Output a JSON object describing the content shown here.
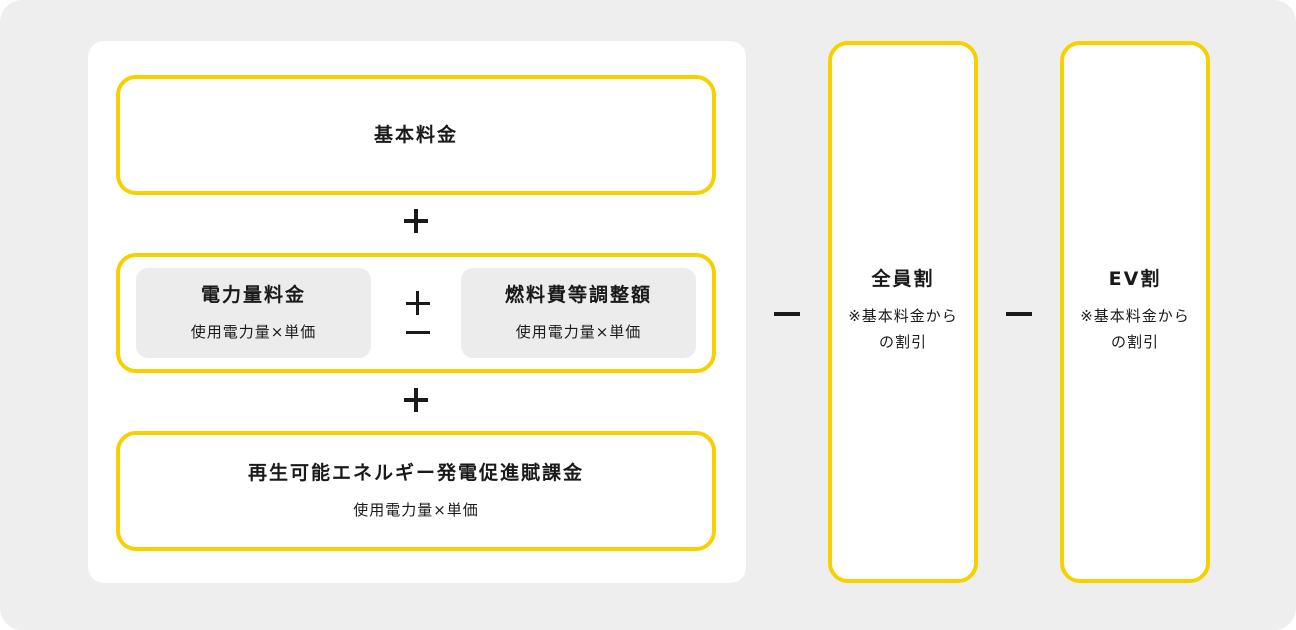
{
  "base_fee": {
    "title": "基本料金"
  },
  "energy_charge": {
    "title": "電力量料金",
    "formula": "使用電力量×単価"
  },
  "fuel_adjustment": {
    "title": "燃料費等調整額",
    "formula": "使用電力量×単価"
  },
  "renewable_levy": {
    "title": "再生可能エネルギー発電促進賦課金",
    "formula": "使用電力量×単価"
  },
  "discount_all": {
    "title": "全員割",
    "note_line1": "※基本料金から",
    "note_line2": "の割引"
  },
  "discount_ev": {
    "title": "EV割",
    "note_line1": "※基本料金から",
    "note_line2": "の割引"
  },
  "colors": {
    "accent": "#f7d000",
    "background": "#eeeeee",
    "panel": "#ffffff",
    "subbox": "#ececec",
    "text": "#1a1a1a"
  }
}
